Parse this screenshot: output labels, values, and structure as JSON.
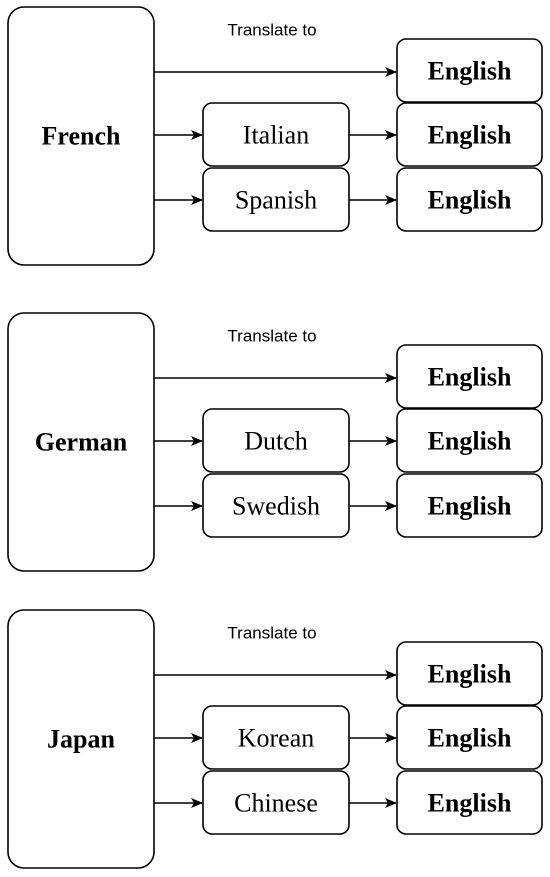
{
  "groups": [
    {
      "source": "French",
      "caption": "Translate to",
      "direct_target": "English",
      "pivots": [
        {
          "via": "Italian",
          "target": "English"
        },
        {
          "via": "Spanish",
          "target": "English"
        }
      ]
    },
    {
      "source": "German",
      "caption": "Translate to",
      "direct_target": "English",
      "pivots": [
        {
          "via": "Dutch",
          "target": "English"
        },
        {
          "via": "Swedish",
          "target": "English"
        }
      ]
    },
    {
      "source": "Japan",
      "caption": "Translate to",
      "direct_target": "English",
      "pivots": [
        {
          "via": "Korean",
          "target": "English"
        },
        {
          "via": "Chinese",
          "target": "English"
        }
      ]
    }
  ]
}
